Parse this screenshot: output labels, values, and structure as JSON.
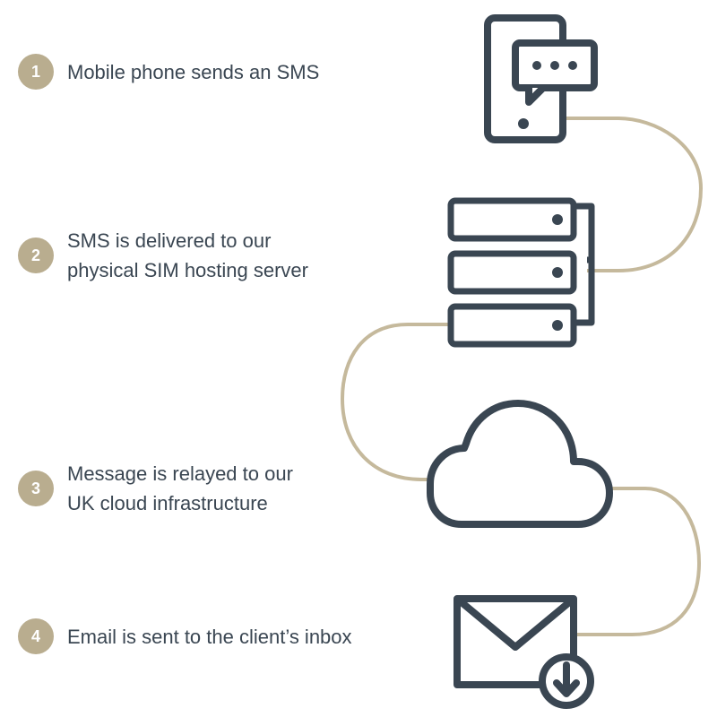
{
  "colors": {
    "accent": "#b9ad8f",
    "icon": "#3a4652",
    "text": "#3a4652"
  },
  "steps": [
    {
      "number": "1",
      "lines": [
        "Mobile phone sends an SMS"
      ],
      "icon": "mobile-phone-sms-icon"
    },
    {
      "number": "2",
      "lines": [
        "SMS is delivered to our",
        "physical SIM hosting server"
      ],
      "icon": "server-stack-icon"
    },
    {
      "number": "3",
      "lines": [
        "Message is relayed to our",
        "UK cloud infrastructure"
      ],
      "icon": "cloud-icon"
    },
    {
      "number": "4",
      "lines": [
        "Email is sent to the client’s inbox"
      ],
      "icon": "email-download-icon"
    }
  ]
}
